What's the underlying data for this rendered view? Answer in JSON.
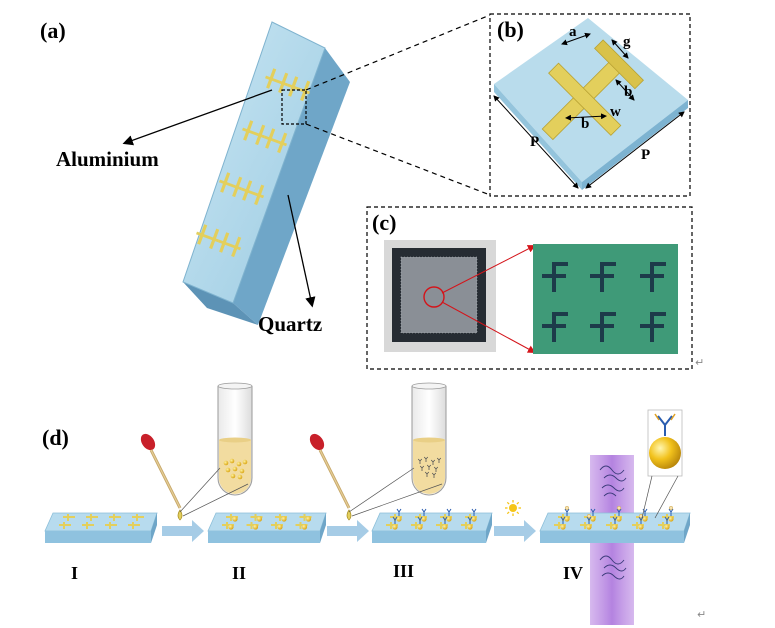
{
  "panels": {
    "a": "(a)",
    "b": "(b)",
    "c": "(c)",
    "d": "(d)"
  },
  "materials": {
    "top": "Aluminium",
    "bottom": "Quartz"
  },
  "dimensions": {
    "a": "a",
    "g": "g",
    "b_right": "b",
    "b_left": "b",
    "w": "w",
    "p_left": "P",
    "p_right": "P"
  },
  "steps": [
    "I",
    "II",
    "III",
    "IV"
  ],
  "return_marks": [
    "↵",
    "↵"
  ],
  "colors": {
    "substrate": "#a9d4e8",
    "substrate_side": "#6fa6c8",
    "aluminium_structure": "#e3cf5c",
    "micrograph_green": "#3f9a78",
    "laser": "#b57fe0",
    "pipette_red": "#c8202a"
  },
  "icons": [
    "pipette-icon",
    "test-tube-icon",
    "sun-icon",
    "nanoparticle-icon",
    "antibody-icon"
  ]
}
